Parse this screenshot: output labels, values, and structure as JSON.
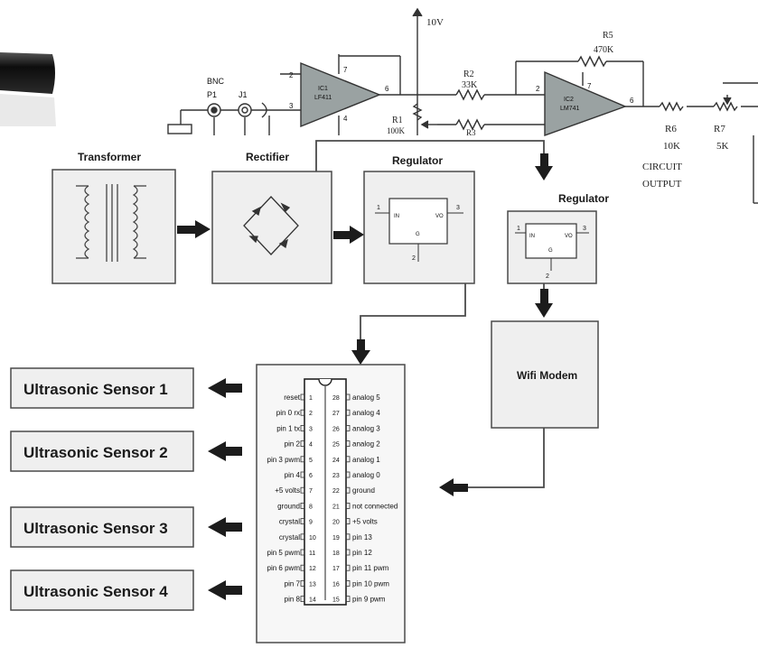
{
  "colors": {
    "block_fill": "#efefef",
    "stroke": "#4a4a4a",
    "arrow": "#1c1c1c",
    "opamp": "#9aa2a2",
    "cable": "#1b1b1b"
  },
  "circuit": {
    "supply": "10V",
    "bnc": "BNC",
    "p1": "P1",
    "j1": "J1",
    "ic1_ref": "IC1",
    "ic1_part": "LF411",
    "ic2_ref": "IC2",
    "ic2_part": "LM741",
    "r2": "R2",
    "r2_val": "33K",
    "r5": "R5",
    "r5_val": "470K",
    "r1": "R1",
    "r1_val": "100K",
    "r3": "R3",
    "r6": "R6",
    "r6_val": "10K",
    "r7": "R7",
    "r7_val": "5K",
    "output_line1": "CIRCUIT",
    "output_line2": "OUTPUT",
    "pins": {
      "p2": "2",
      "p3": "3",
      "p4": "4",
      "p6": "6",
      "p7": "7"
    }
  },
  "blocks": {
    "transformer": "Transformer",
    "rectifier": "Rectifier",
    "regulator1": "Regulator",
    "regulator2": "Regulator",
    "wifi": "Wifi Modem",
    "reg_pin_in": "1",
    "reg_pin_out": "3",
    "reg_pin_gnd": "2",
    "reg_in": "IN",
    "reg_out": "VO",
    "reg_gnd": "G"
  },
  "sensors": [
    "Ultrasonic Sensor 1",
    "Ultrasonic Sensor 2",
    "Ultrasonic Sensor 3",
    "Ultrasonic Sensor 4"
  ],
  "chip": {
    "left": [
      {
        "num": "1",
        "label": "reset"
      },
      {
        "num": "2",
        "label": "pin 0 rx"
      },
      {
        "num": "3",
        "label": "pin 1 tx"
      },
      {
        "num": "4",
        "label": "pin 2"
      },
      {
        "num": "5",
        "label": "pin 3 pwm"
      },
      {
        "num": "6",
        "label": "pin 4"
      },
      {
        "num": "7",
        "label": "+5 volts"
      },
      {
        "num": "8",
        "label": "ground"
      },
      {
        "num": "9",
        "label": "crystal"
      },
      {
        "num": "10",
        "label": "crystal"
      },
      {
        "num": "11",
        "label": "pin 5 pwm"
      },
      {
        "num": "12",
        "label": "pin 6 pwm"
      },
      {
        "num": "13",
        "label": "pin 7"
      },
      {
        "num": "14",
        "label": "pin 8"
      }
    ],
    "right": [
      {
        "num": "28",
        "label": "analog 5"
      },
      {
        "num": "27",
        "label": "analog 4"
      },
      {
        "num": "26",
        "label": "analog 3"
      },
      {
        "num": "25",
        "label": "analog 2"
      },
      {
        "num": "24",
        "label": "analog 1"
      },
      {
        "num": "23",
        "label": "analog 0"
      },
      {
        "num": "22",
        "label": "ground"
      },
      {
        "num": "21",
        "label": "not connected"
      },
      {
        "num": "20",
        "label": "+5 volts"
      },
      {
        "num": "19",
        "label": "pin 13"
      },
      {
        "num": "18",
        "label": "pin 12"
      },
      {
        "num": "17",
        "label": "pin 11 pwm"
      },
      {
        "num": "16",
        "label": "pin 10 pwm"
      },
      {
        "num": "15",
        "label": "pin 9 pwm"
      }
    ]
  }
}
